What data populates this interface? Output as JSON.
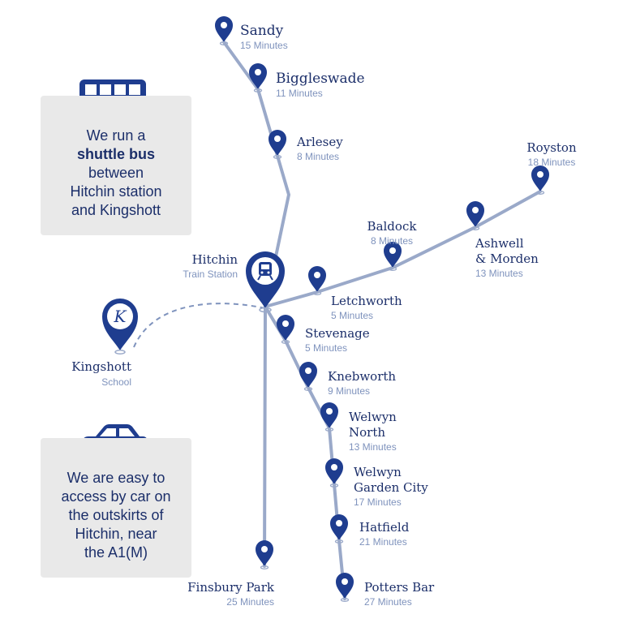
{
  "colors": {
    "route": "#9aa9c9",
    "pin": "#1f3d8f",
    "dark_text": "#1c2f6a",
    "muted_text": "#7f93bd",
    "panel_bg": "#e9e9e9"
  },
  "hub": {
    "name": "Hitchin",
    "subtitle": "Train Station",
    "icon": "train-icon"
  },
  "school": {
    "name": "Kingshott",
    "subtitle": "School",
    "logo_letter": "K",
    "icon": "kingshott-logo-pin"
  },
  "stations": [
    {
      "id": "sandy",
      "lines": [
        "Sandy"
      ],
      "time": "15 Minutes"
    },
    {
      "id": "biggleswade",
      "lines": [
        "Biggleswade"
      ],
      "time": "11 Minutes"
    },
    {
      "id": "arlesey",
      "lines": [
        "Arlesey"
      ],
      "time": "8 Minutes"
    },
    {
      "id": "royston",
      "lines": [
        "Royston"
      ],
      "time": "18 Minutes"
    },
    {
      "id": "baldock",
      "lines": [
        "Baldock"
      ],
      "time": "8 Minutes"
    },
    {
      "id": "ashwell",
      "lines": [
        "Ashwell",
        "& Morden"
      ],
      "time": "13 Minutes"
    },
    {
      "id": "letchworth",
      "lines": [
        "Letchworth"
      ],
      "time": "5 Minutes"
    },
    {
      "id": "stevenage",
      "lines": [
        "Stevenage"
      ],
      "time": "5 Minutes"
    },
    {
      "id": "knebworth",
      "lines": [
        "Knebworth"
      ],
      "time": "9 Minutes"
    },
    {
      "id": "welwyn-north",
      "lines": [
        "Welwyn",
        "North"
      ],
      "time": "13 Minutes"
    },
    {
      "id": "welwyn-garden-city",
      "lines": [
        "Welwyn",
        "Garden City"
      ],
      "time": "17 Minutes"
    },
    {
      "id": "hatfield",
      "lines": [
        "Hatfield"
      ],
      "time": "21 Minutes"
    },
    {
      "id": "potters-bar",
      "lines": [
        "Potters Bar"
      ],
      "time": "27 Minutes"
    },
    {
      "id": "finsbury-park",
      "lines": [
        "Finsbury Park"
      ],
      "time": "25 Minutes"
    }
  ],
  "bus_panel": {
    "icon": "bus-icon",
    "line1": "We run a",
    "line2_bold": "shuttle bus",
    "line3": "between",
    "line4": "Hitchin station",
    "line5": "and Kingshott"
  },
  "car_panel": {
    "icon": "car-icon",
    "lines": [
      "We are easy to",
      "access by car on",
      "the outskirts of",
      "Hitchin, near",
      "the A1(M)"
    ]
  }
}
